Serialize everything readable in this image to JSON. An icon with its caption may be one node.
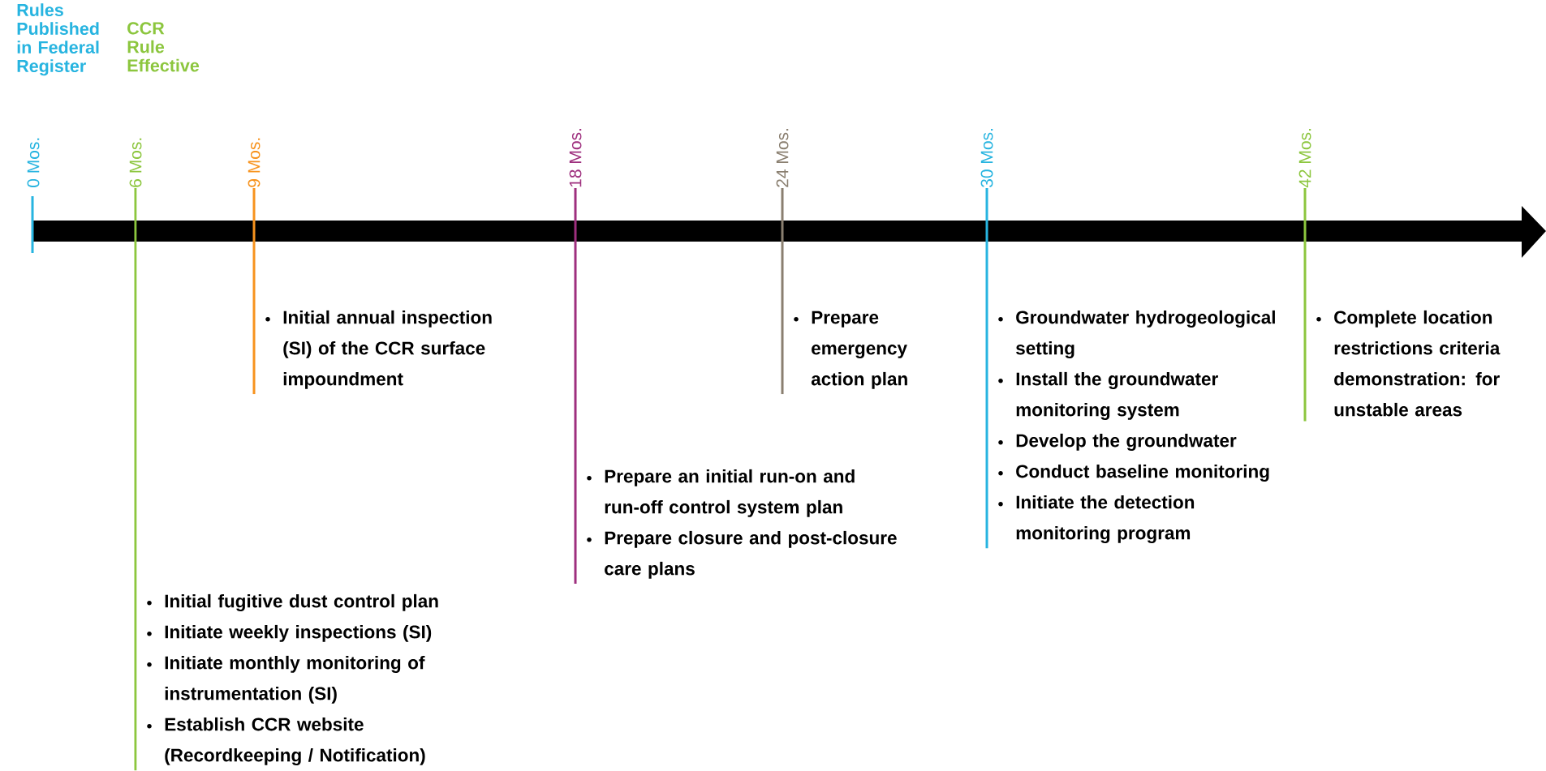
{
  "diagram": {
    "nodes": [
      {
        "text": [
          "0 Mos."
        ],
        "beside": [
          "Rules Published in Federal Register"
        ]
      },
      {
        "text": [
          "6 Mos."
        ],
        "beside": [
          "CCR Rule Effective"
        ]
      },
      {
        "text": [
          "9 Mos."
        ]
      },
      {
        "text": [
          "18 Mos."
        ]
      },
      {
        "text": [
          "24 Mos."
        ]
      },
      {
        "text": [
          "30 Mos."
        ]
      },
      {
        "text": [
          "42 Mos."
        ]
      },
      {
        "text": [
          "Initial annual inspection (SI) of the CCR surface impoundment"
        ]
      },
      {
        "text": [
          "Prepare emergency action plan"
        ]
      },
      {
        "text": [
          "Groundwater hydrogeological setting",
          "Install the groundwater monitoring system",
          "Develop the groundwater",
          "Conduct baseline monitoring",
          "Initiate the detection monitoring program"
        ]
      },
      {
        "text": [
          "Complete location restrictions criteria demonstration: for unstable areas"
        ]
      },
      {
        "text": [
          "Prepare an initial run-on and run-off control system plan",
          "Prepare closure and post-closure care plans"
        ]
      },
      {
        "text": [
          "Initial fugitive dust control plan",
          "Initiate weekly inspections (SI)",
          "Initiate monthly monitoring of instrumentation (SI)",
          "Establish CCR website (Recordkeeping / Notification)"
        ]
      }
    ],
    "edges": [
      {
        "from": 1,
        "to": 12,
        "arrow": "none",
        "color": "#8cc63e"
      },
      {
        "from": 2,
        "to": 7,
        "arrow": "none",
        "color": "#f7931e"
      },
      {
        "from": 3,
        "to": 11,
        "arrow": "none",
        "color": "#9e2f7e"
      },
      {
        "from": 4,
        "to": 8,
        "arrow": "none",
        "color": "#8a7f70"
      },
      {
        "from": 5,
        "to": 9,
        "arrow": "none",
        "color": "#27b4e0"
      },
      {
        "from": 6,
        "to": 10,
        "arrow": "none",
        "color": "#8cc63e"
      }
    ]
  }
}
